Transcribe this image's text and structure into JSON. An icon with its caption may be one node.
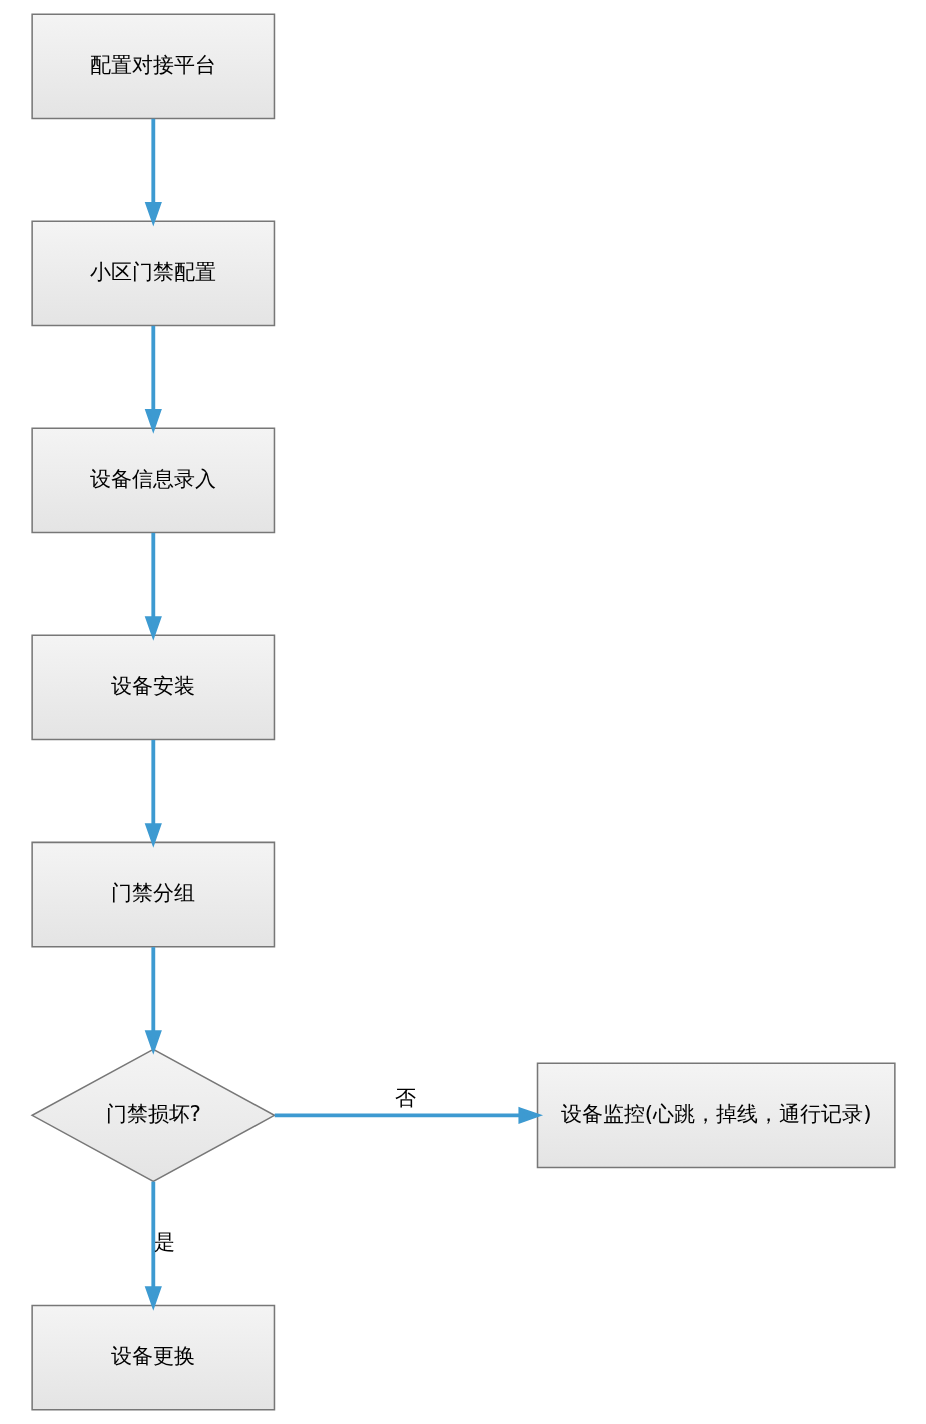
{
  "diagram": {
    "nodes": [
      {
        "text": [
          "配置对接平台"
        ]
      },
      {
        "text": [
          "小区门禁配置"
        ]
      },
      {
        "text": [
          "设备信息录入"
        ]
      },
      {
        "text": [
          "设备安装"
        ]
      },
      {
        "text": [
          "门禁分组"
        ]
      },
      {
        "text": [
          "门禁损坏?"
        ]
      },
      {
        "text": [
          "设备监控(心跳，掉线，通行记录)"
        ]
      },
      {
        "text": [
          "设备更换"
        ]
      }
    ],
    "edges": [
      {
        "from": 0,
        "to": 1,
        "arrow": "to"
      },
      {
        "from": 1,
        "to": 2,
        "arrow": "to"
      },
      {
        "from": 2,
        "to": 3,
        "arrow": "to"
      },
      {
        "from": 3,
        "to": 4,
        "arrow": "to"
      },
      {
        "from": 4,
        "to": 5,
        "arrow": "to"
      },
      {
        "from": 5,
        "to": 6,
        "arrow": "to",
        "label": "否"
      },
      {
        "from": 5,
        "to": 7,
        "arrow": "to",
        "label": "是"
      }
    ]
  }
}
